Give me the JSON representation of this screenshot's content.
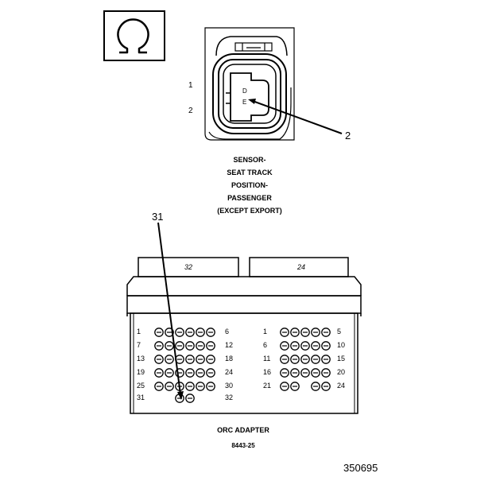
{
  "ohmmeter_symbol": "Ω",
  "sensor": {
    "pin_labels": [
      "1",
      "2"
    ],
    "cavity_letters": [
      "D",
      "E"
    ],
    "callout": "2",
    "title_lines": [
      "SENSOR-",
      "SEAT TRACK",
      "POSITION-",
      "PASSENGER",
      "(EXCEPT EXPORT)"
    ]
  },
  "orc_adapter": {
    "callout": "31",
    "tab_labels": [
      "32",
      "24"
    ],
    "left_block": {
      "row_start": [
        "1",
        "7",
        "13",
        "19",
        "25",
        "31"
      ],
      "row_end": [
        "6",
        "12",
        "18",
        "24",
        "30",
        "32"
      ]
    },
    "right_block": {
      "row_start": [
        "1",
        "6",
        "11",
        "16",
        "21"
      ],
      "row_end": [
        "5",
        "10",
        "15",
        "20",
        "24"
      ]
    },
    "title_lines": [
      "ORC ADAPTER",
      "8443-25"
    ]
  },
  "figure_id": "350695"
}
